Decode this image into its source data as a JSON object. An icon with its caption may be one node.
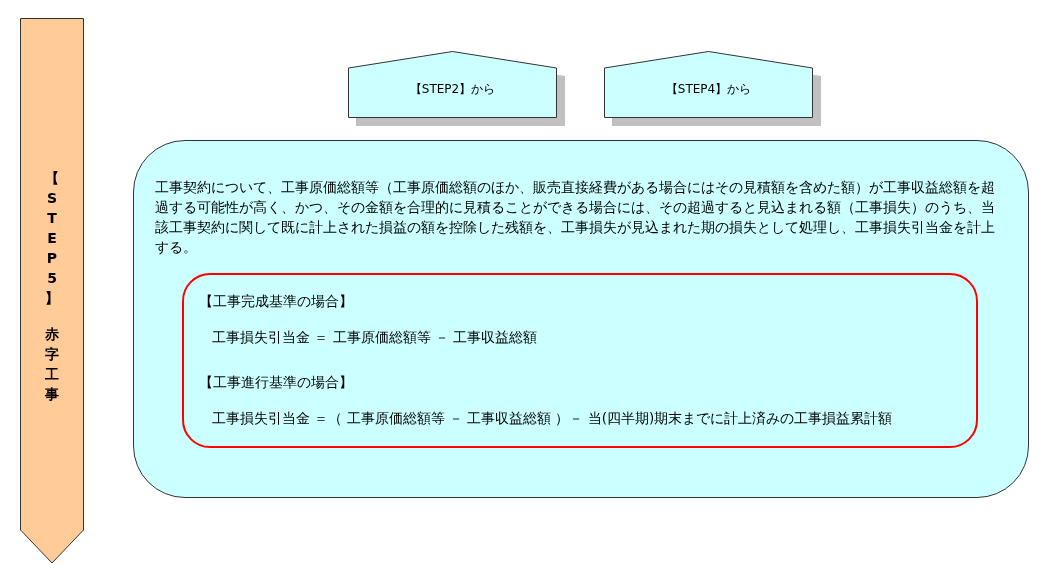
{
  "diagram": {
    "nodes": [
      {
        "text": [
          "【STEP5】",
          "赤字工事"
        ]
      },
      {
        "text": [
          "【STEP2】から"
        ]
      },
      {
        "text": [
          "【STEP4】から"
        ]
      },
      {
        "text": [
          "工事契約について、工事原価総額等（工事原価総額のほか、販売直接経費がある場合にはその見積額を含めた額）が工事収益総額を超過する可能性が高く、かつ、その金額を合理的に見積ることができる場合には、その超過すると見込まれる額（工事損失）のうち、当該工事契約に関して既に計上された損益の額を控除した残額を、工事損失が見込まれた期の損失として処理し、工事損失引当金を計上する。"
        ]
      },
      {
        "text": [
          "【工事完成基準の場合】",
          "工事損失引当金 ＝ 工事原価総額等 － 工事収益総額",
          "【工事進行基準の場合】",
          "工事損失引当金 ＝（ 工事原価総額等 － 工事収益総額 ）－ 当(四半期)期末までに計上済みの工事損益累計額"
        ],
        "in": 3
      }
    ]
  }
}
